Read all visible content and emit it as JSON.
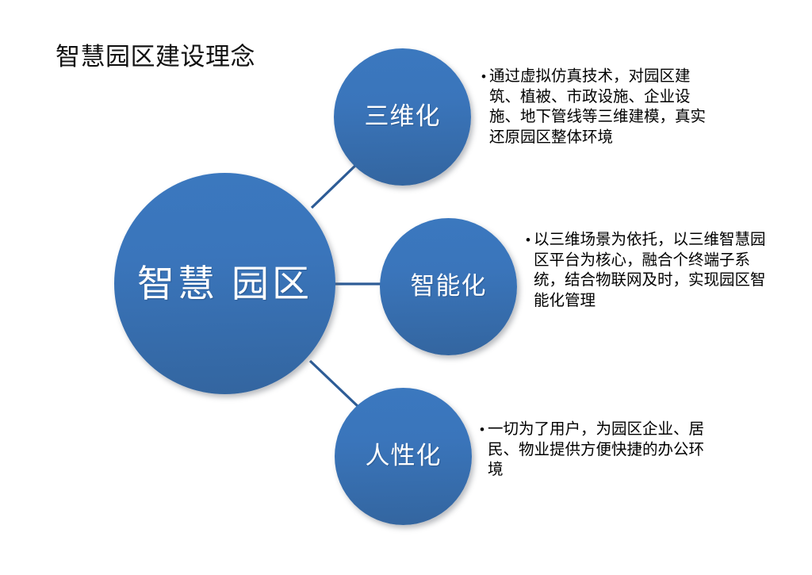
{
  "slide": {
    "title": "智慧园区建设理念",
    "background_color": "#ffffff"
  },
  "theme": {
    "circle_fill_top": "#3b78bf",
    "circle_fill_bottom": "#33659f",
    "circle_text_color": "#ffffff",
    "connector_color": "#2d5c96",
    "text_color": "#000000"
  },
  "diagram": {
    "center_node": {
      "label": "智慧\n园区",
      "label_line_1": "智慧",
      "label_line_2": "园区"
    },
    "branches": [
      {
        "node_label": "三维化",
        "bullet_marker": "•",
        "description": "通过虚拟仿真技术，对园区建筑、植被、市政设施、企业设施、地下管线等三维建模，真实还原园区整体环境"
      },
      {
        "node_label": "智能化",
        "bullet_marker": "•",
        "description": "以三维场景为依托，以三维智慧园区平台为核心，融合个终端子系统，结合物联网及时，实现园区智能化管理"
      },
      {
        "node_label": "人性化",
        "bullet_marker": "•",
        "description": "一切为了用户，为园区企业、居民、物业提供方便快捷的办公环境"
      }
    ]
  }
}
